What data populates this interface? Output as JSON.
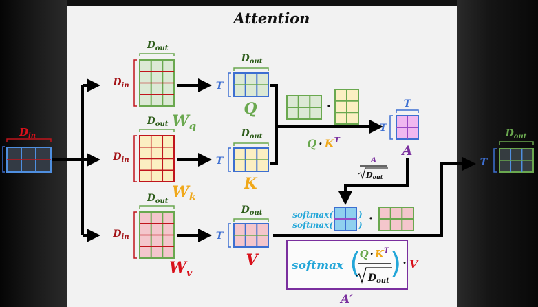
{
  "title": "Attention",
  "labels": {
    "d_in": "D",
    "d_in_sub": "in",
    "d_out": "D",
    "d_out_sub": "out",
    "t": "T",
    "wq": "W",
    "wq_sub": "q",
    "wk": "W",
    "wk_sub": "k",
    "wv": "W",
    "wv_sub": "v",
    "q": "Q",
    "k": "K",
    "v": "V",
    "a": "A",
    "dot": "·",
    "kt_sup": "T",
    "scale_num": "A",
    "softmax": "softmax",
    "a_prime": "A′"
  },
  "colors": {
    "panel": "#f2f2f2",
    "input_fill": "#333a44",
    "input_grid": "#4f8fe0",
    "red_border": "#c0151c",
    "dark_red_text": "#a31418",
    "green_border": "#6aa84f",
    "green_text": "#5e9b3a",
    "yellow_fill": "#fbefc2",
    "yellow_text": "#f0a81a",
    "pink_fill": "#f4c6cc",
    "red_text": "#d8101a",
    "green_fill": "#dce9d5",
    "blue_bracket": "#3d6fd1",
    "blue_text": "#3d6fd1",
    "cyan_text": "#23a6d8",
    "a_fill": "#f0b8f0",
    "a_border": "#9a4ac4",
    "purple": "#7a2f9e"
  }
}
